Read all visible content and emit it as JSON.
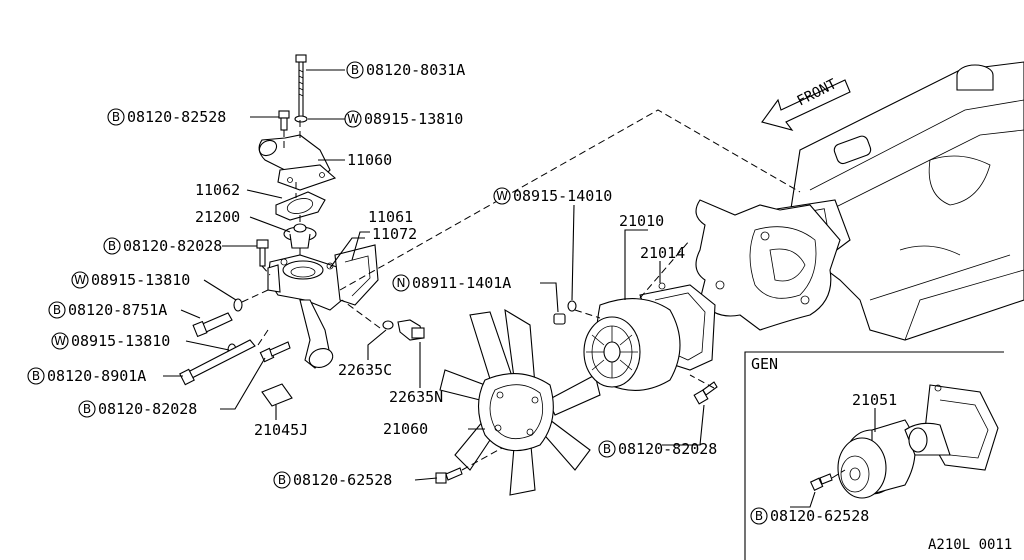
{
  "labels": {
    "p1": {
      "badge": "B",
      "text": "08120-8031A"
    },
    "p2": {
      "badge": "B",
      "text": "08120-82528"
    },
    "p3": {
      "badge": "W",
      "text": "08915-13810"
    },
    "p4": {
      "text": "11060"
    },
    "p5": {
      "text": "11062"
    },
    "p6": {
      "text": "21200"
    },
    "p7": {
      "text": "11061"
    },
    "p8": {
      "text": "11072"
    },
    "p9": {
      "badge": "B",
      "text": "08120-82028"
    },
    "p10": {
      "badge": "W",
      "text": "08915-13810"
    },
    "p11": {
      "badge": "B",
      "text": "08120-8751A"
    },
    "p12": {
      "badge": "W",
      "text": "08915-13810"
    },
    "p13": {
      "badge": "B",
      "text": "08120-8901A"
    },
    "p14": {
      "badge": "B",
      "text": "08120-82028"
    },
    "p15": {
      "text": "21045J"
    },
    "p16": {
      "text": "22635C"
    },
    "p17": {
      "text": "22635N"
    },
    "p18": {
      "badge": "W",
      "text": "08915-14010"
    },
    "p19": {
      "text": "21010"
    },
    "p20": {
      "text": "21014"
    },
    "p21": {
      "badge": "N",
      "text": "08911-1401A"
    },
    "p22": {
      "text": "21060"
    },
    "p23": {
      "badge": "B",
      "text": "08120-82028"
    },
    "p24": {
      "badge": "B",
      "text": "08120-62528"
    },
    "p25": {
      "text": "21051"
    },
    "p26": {
      "badge": "B",
      "text": "08120-62528"
    }
  },
  "front_arrow": "FRONT",
  "inset_title": "GEN",
  "figure_code": "A210L 0011"
}
